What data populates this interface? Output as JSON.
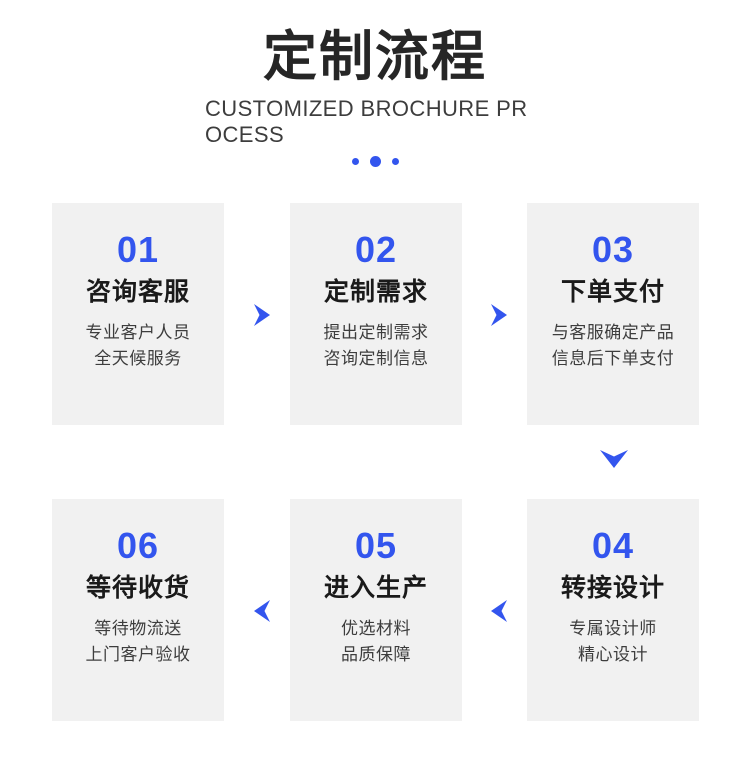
{
  "header": {
    "title": "定制流程",
    "subtitle": "CUSTOMIZED BROCHURE PROCESS",
    "dots": [
      "small",
      "big",
      "small"
    ]
  },
  "theme": {
    "accent": "#3355ee",
    "card_bg": "#f1f1f1",
    "page_bg": "#ffffff",
    "title_color": "#262626",
    "desc_color": "#3d3d3d"
  },
  "steps": {
    "rows": [
      {
        "direction": "right",
        "cards": [
          {
            "number": "01",
            "title": "咨询客服",
            "desc_line1": "专业客户人员",
            "desc_line2": "全天候服务"
          },
          {
            "number": "02",
            "title": "定制需求",
            "desc_line1": "提出定制需求",
            "desc_line2": "咨询定制信息"
          },
          {
            "number": "03",
            "title": "下单支付",
            "desc_line1": "与客服确定产品",
            "desc_line2": "信息后下单支付"
          }
        ]
      },
      {
        "direction": "left",
        "cards": [
          {
            "number": "06",
            "title": "等待收货",
            "desc_line1": "等待物流送",
            "desc_line2": "上门客户验收"
          },
          {
            "number": "05",
            "title": "进入生产",
            "desc_line1": "优选材料",
            "desc_line2": "品质保障"
          },
          {
            "number": "04",
            "title": "转接设计",
            "desc_line1": "专属设计师",
            "desc_line2": "精心设计"
          }
        ]
      }
    ]
  }
}
